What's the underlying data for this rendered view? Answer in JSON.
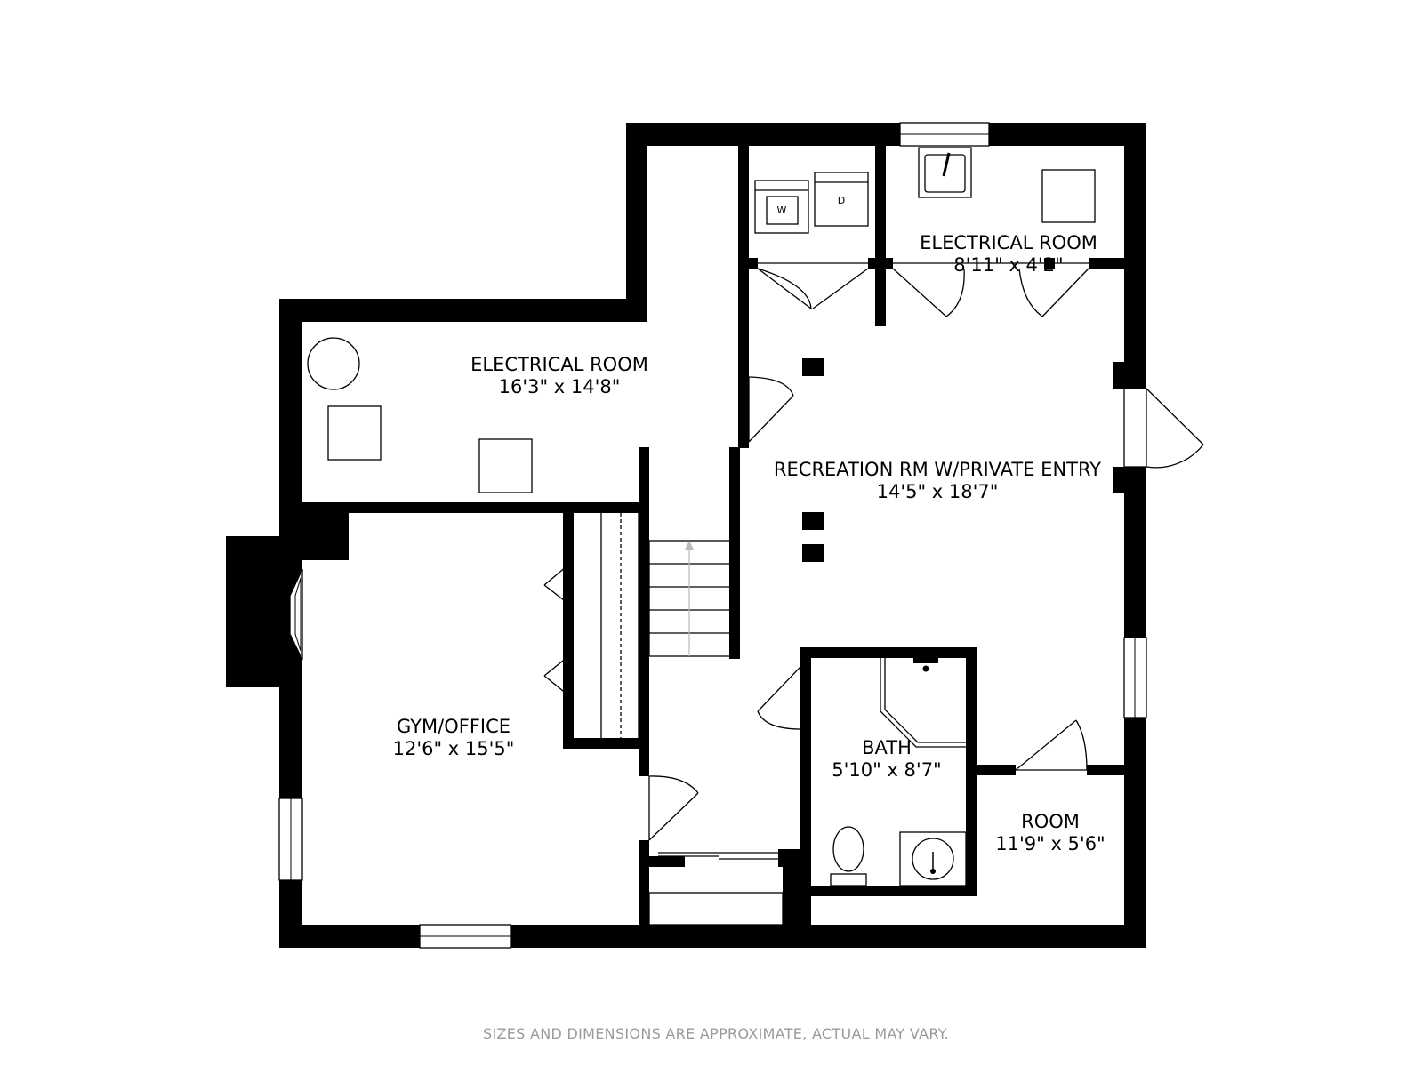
{
  "rooms": {
    "electrical_room_main": {
      "name": "ELECTRICAL ROOM",
      "size": "16'3\" x 14'8\""
    },
    "electrical_room_small": {
      "name": "ELECTRICAL ROOM",
      "size": "8'11\" x 4'2\""
    },
    "recreation_room": {
      "name": "RECREATION RM W/PRIVATE ENTRY",
      "size": "14'5\" x 18'7\""
    },
    "gym_office": {
      "name": "GYM/OFFICE",
      "size": "12'6\" x 15'5\""
    },
    "bath": {
      "name": "BATH",
      "size": "5'10\" x 8'7\""
    },
    "room": {
      "name": "ROOM",
      "size": "11'9\" x 5'6\""
    }
  },
  "appliances": {
    "washer": "W",
    "dryer": "D"
  },
  "footnote": "SIZES AND DIMENSIONS ARE APPROXIMATE, ACTUAL MAY VARY."
}
